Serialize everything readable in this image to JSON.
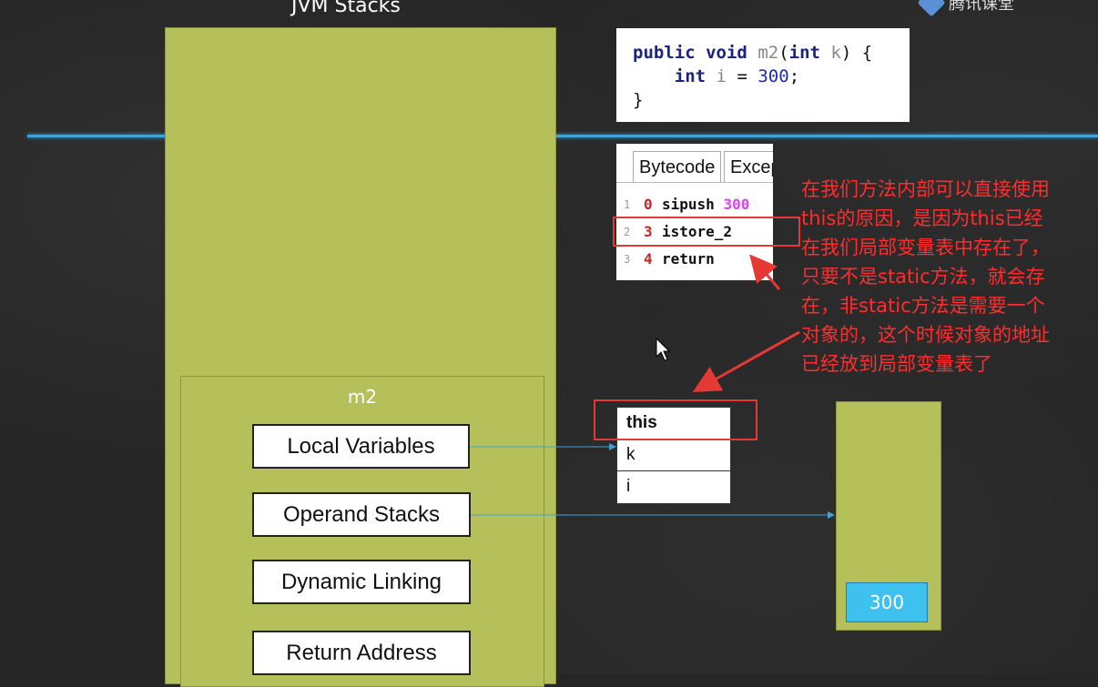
{
  "stack_title": "JVM Stacks",
  "logo_text": "腾讯课堂",
  "frame": {
    "label": "m2",
    "boxes": [
      "Local Variables",
      "Operand Stacks",
      "Dynamic Linking",
      "Return Address"
    ]
  },
  "code": {
    "line1": {
      "kw1": "public",
      "kw2": "void",
      "name": "m2",
      "paren": "(",
      "type": "int",
      "param": "k",
      "tail": ") {"
    },
    "line2": {
      "type": "int",
      "var": "i",
      "eq": "=",
      "num": "300",
      "semi": ";"
    },
    "line3": "}"
  },
  "bytecode": {
    "tabs": [
      "Bytecode",
      "Excep"
    ],
    "rows": [
      {
        "line": "1",
        "offset": "0",
        "op": "sipush",
        "arg": "300"
      },
      {
        "line": "2",
        "offset": "3",
        "op": "istore_2",
        "arg": ""
      },
      {
        "line": "3",
        "offset": "4",
        "op": "return",
        "arg": ""
      }
    ]
  },
  "local_variables": [
    "this",
    "k",
    "i"
  ],
  "operand_stack": {
    "value": "300"
  },
  "annotation": {
    "lines": [
      "在我们方法内部可以直接使用",
      "this的原因，是因为this已经",
      "在我们局部变量表中存在了，",
      "只要不是static方法，就会存",
      "在，非static方法是需要一个",
      "对象的，这个时候对象的地址",
      "已经放到局部变量表了"
    ]
  },
  "colors": {
    "background": "#262626",
    "stack_green": "#b5c05a",
    "accent_blue": "#3fa2d8",
    "annotation_red": "#ff2d2d",
    "value_blue": "#3fc1f0"
  }
}
